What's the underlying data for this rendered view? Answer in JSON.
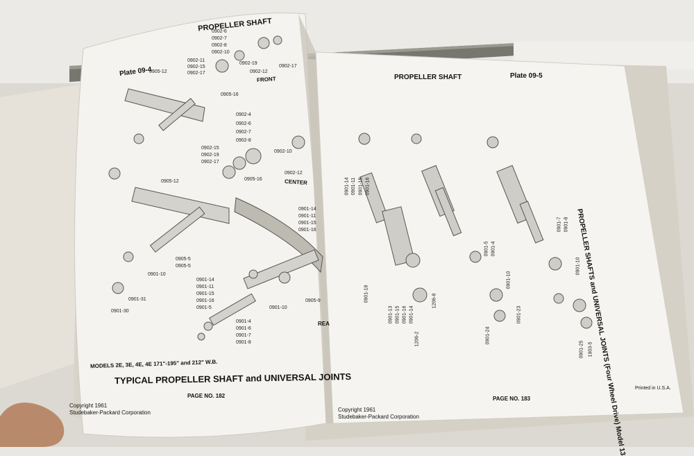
{
  "left_page": {
    "header": "PROPELLER SHAFT",
    "plate": "Plate 09-4",
    "front_label": "FRONT",
    "center_label": "CENTER",
    "rear_label": "REA",
    "models_note": "MODELS 2E, 3E, 4E, 4E   171\"-195\" and 212\" W.B.",
    "caption": "TYPICAL PROPELLER SHAFT and UNIVERSAL JOINTS",
    "page_no": "PAGE NO. 182",
    "copyright_1": "Copyright 1961",
    "copyright_2": "Studebaker-Packard Corporation",
    "part_numbers": [
      "0902-6",
      "0902-7",
      "0902-8",
      "0902-10",
      "0902-11",
      "0902-15",
      "0902-17",
      "0902-19",
      "0902-12",
      "0902-17",
      "0905-12",
      "0905-16",
      "0902-4",
      "0902-6",
      "0902-7",
      "0902-8",
      "0902-10",
      "0902-15",
      "0902-19",
      "0902-17",
      "0902-12",
      "0905-12",
      "0905-16",
      "0901-14",
      "0901-11",
      "0901-15",
      "0901-16",
      "0905-5",
      "0901-10",
      "0901-14",
      "0901-11",
      "0901-15",
      "0901-16",
      "0901-5",
      "0901-10",
      "0901-4",
      "0901-6",
      "0901-7",
      "0901-8",
      "0901-31",
      "0901-30",
      "0905-9",
      "0905-5"
    ]
  },
  "right_page": {
    "header": "PROPELLER SHAFT",
    "plate": "Plate 09-5",
    "side_title": "PROPELLER SHAFTS and UNIVERSAL JOINTS (Four Wheel Drive) Model 13",
    "page_no": "PAGE NO. 183",
    "copyright_1": "Copyright 1961",
    "copyright_2": "Studebaker-Packard Corporation",
    "printed": "Printed in U.S.A.",
    "part_numbers": [
      "0901-14",
      "0901-11",
      "0901-15",
      "0901-16",
      "0901-5",
      "0901-4",
      "0901-7",
      "0901-8",
      "0901-10",
      "0901-18",
      "0901-13",
      "0901-15",
      "0901-16",
      "0901-14",
      "1206-8",
      "1206-2",
      "0901-24",
      "0901-23",
      "0901-10",
      "0901-25",
      "1903-5"
    ]
  }
}
